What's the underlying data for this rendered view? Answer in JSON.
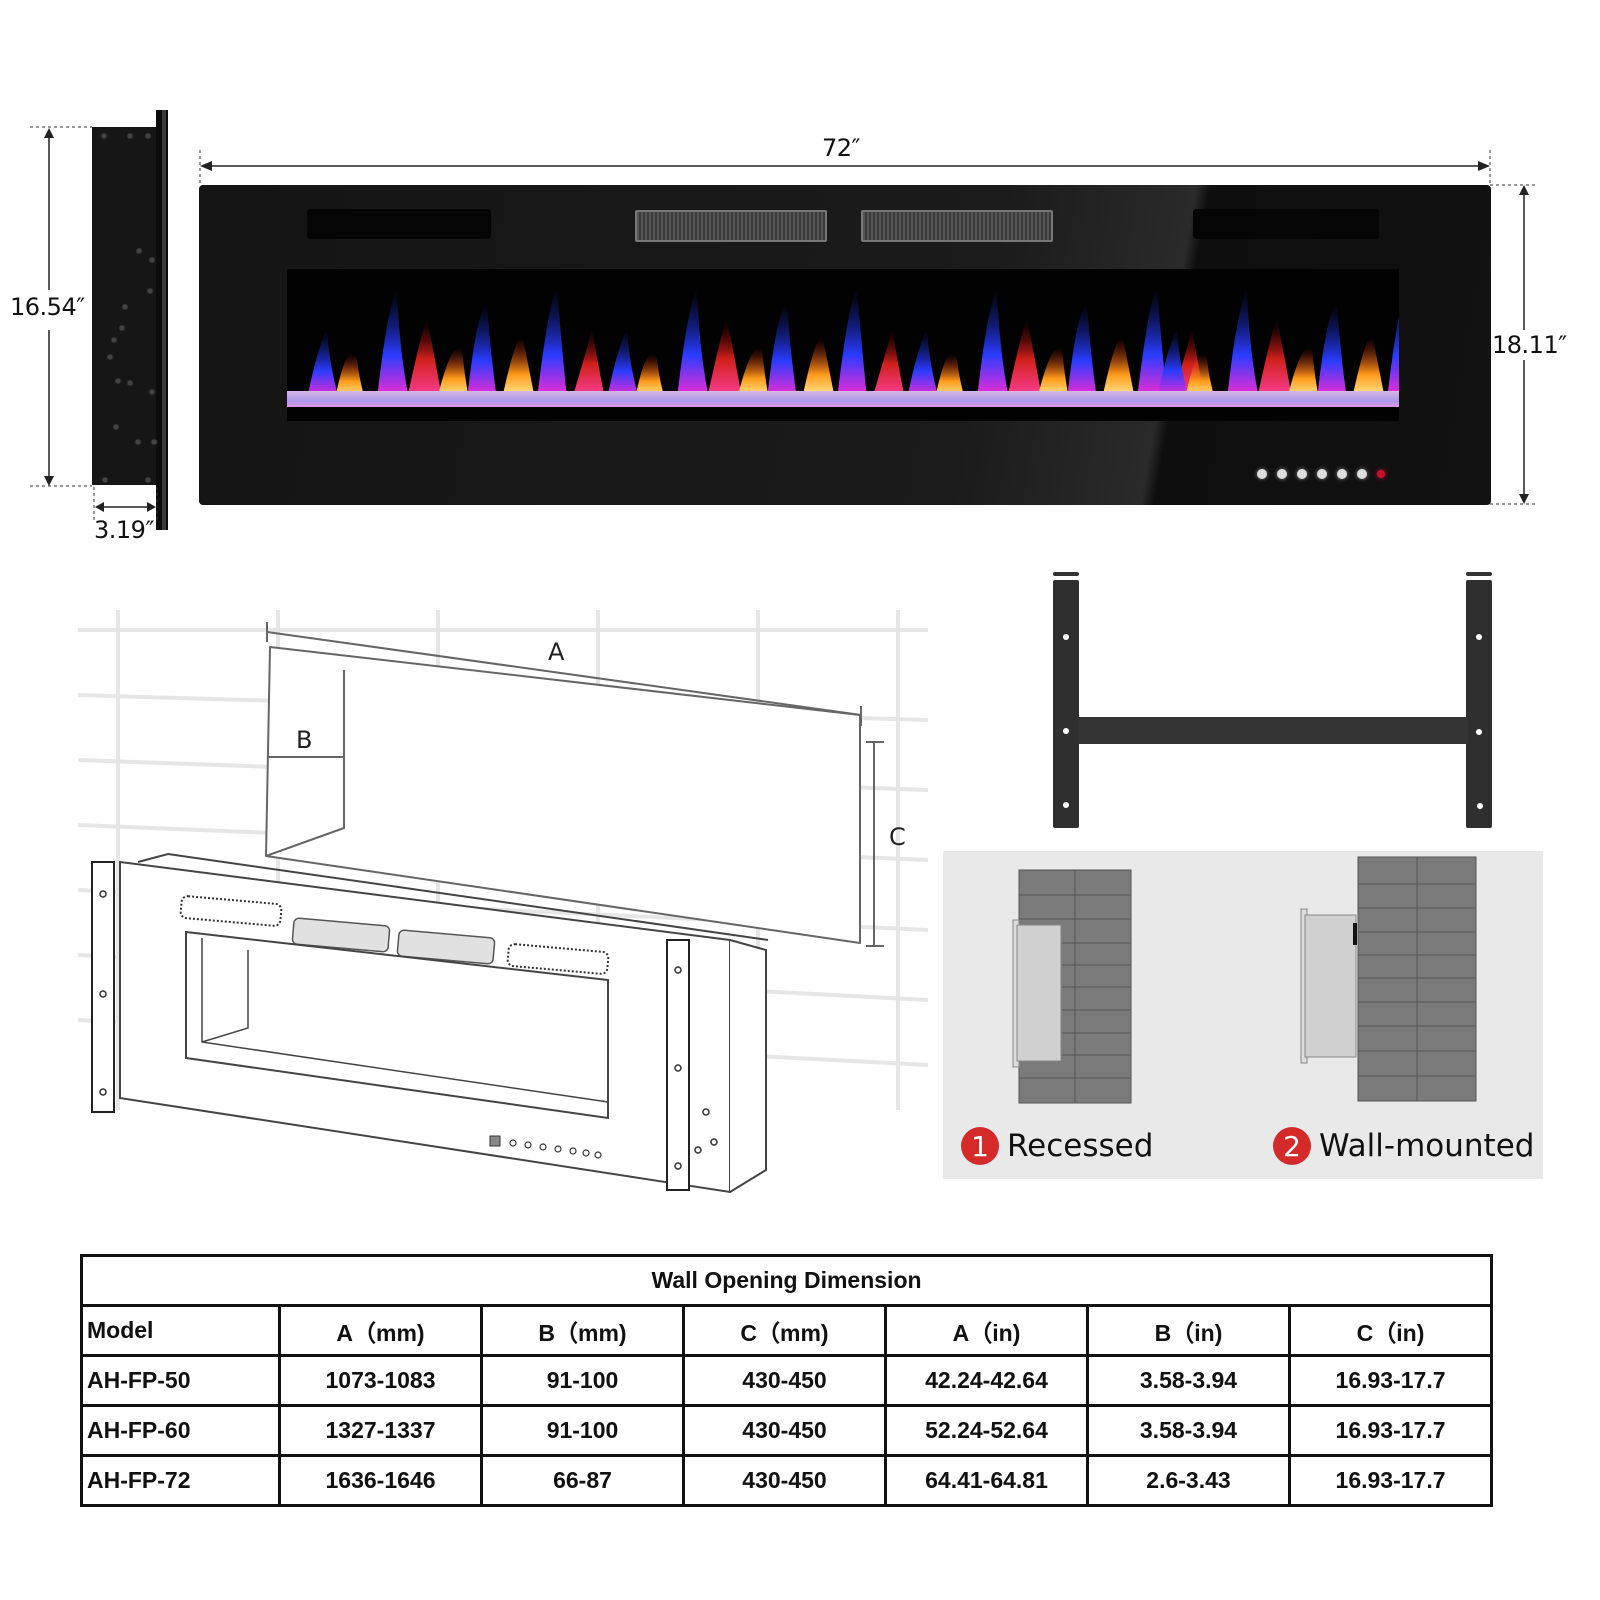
{
  "dimensions": {
    "width": "72″",
    "height_front": "18.11″",
    "height_side": "16.54″",
    "depth": "3.19″"
  },
  "control_panel": {
    "buttons": [
      "power-icon",
      "timer-icon",
      "heat-icon",
      "flame-color-icon",
      "brightness-icon",
      "ember-icon",
      "indicator-light-icon"
    ],
    "indicator_color": "#c8102e"
  },
  "diagram": {
    "label_a": "A",
    "label_b": "B",
    "label_c": "C"
  },
  "mounting": {
    "options": [
      {
        "number": "1",
        "label": "Recessed"
      },
      {
        "number": "2",
        "label": "Wall-mounted"
      }
    ],
    "badge_color": "#d42a2a"
  },
  "table": {
    "title": "Wall Opening Dimension",
    "headers": [
      "Model",
      "A（mm)",
      "B（mm)",
      "C（mm)",
      "A（in)",
      "B（in)",
      "C（in)"
    ],
    "rows": [
      [
        "AH-FP-50",
        "1073-1083",
        "91-100",
        "430-450",
        "42.24-42.64",
        "3.58-3.94",
        "16.93-17.7"
      ],
      [
        "AH-FP-60",
        "1327-1337",
        "91-100",
        "430-450",
        "52.24-52.64",
        "3.58-3.94",
        "16.93-17.7"
      ],
      [
        "AH-FP-72",
        "1636-1646",
        "66-87",
        "430-450",
        "64.41-64.81",
        "2.6-3.43",
        "16.93-17.7"
      ]
    ]
  }
}
